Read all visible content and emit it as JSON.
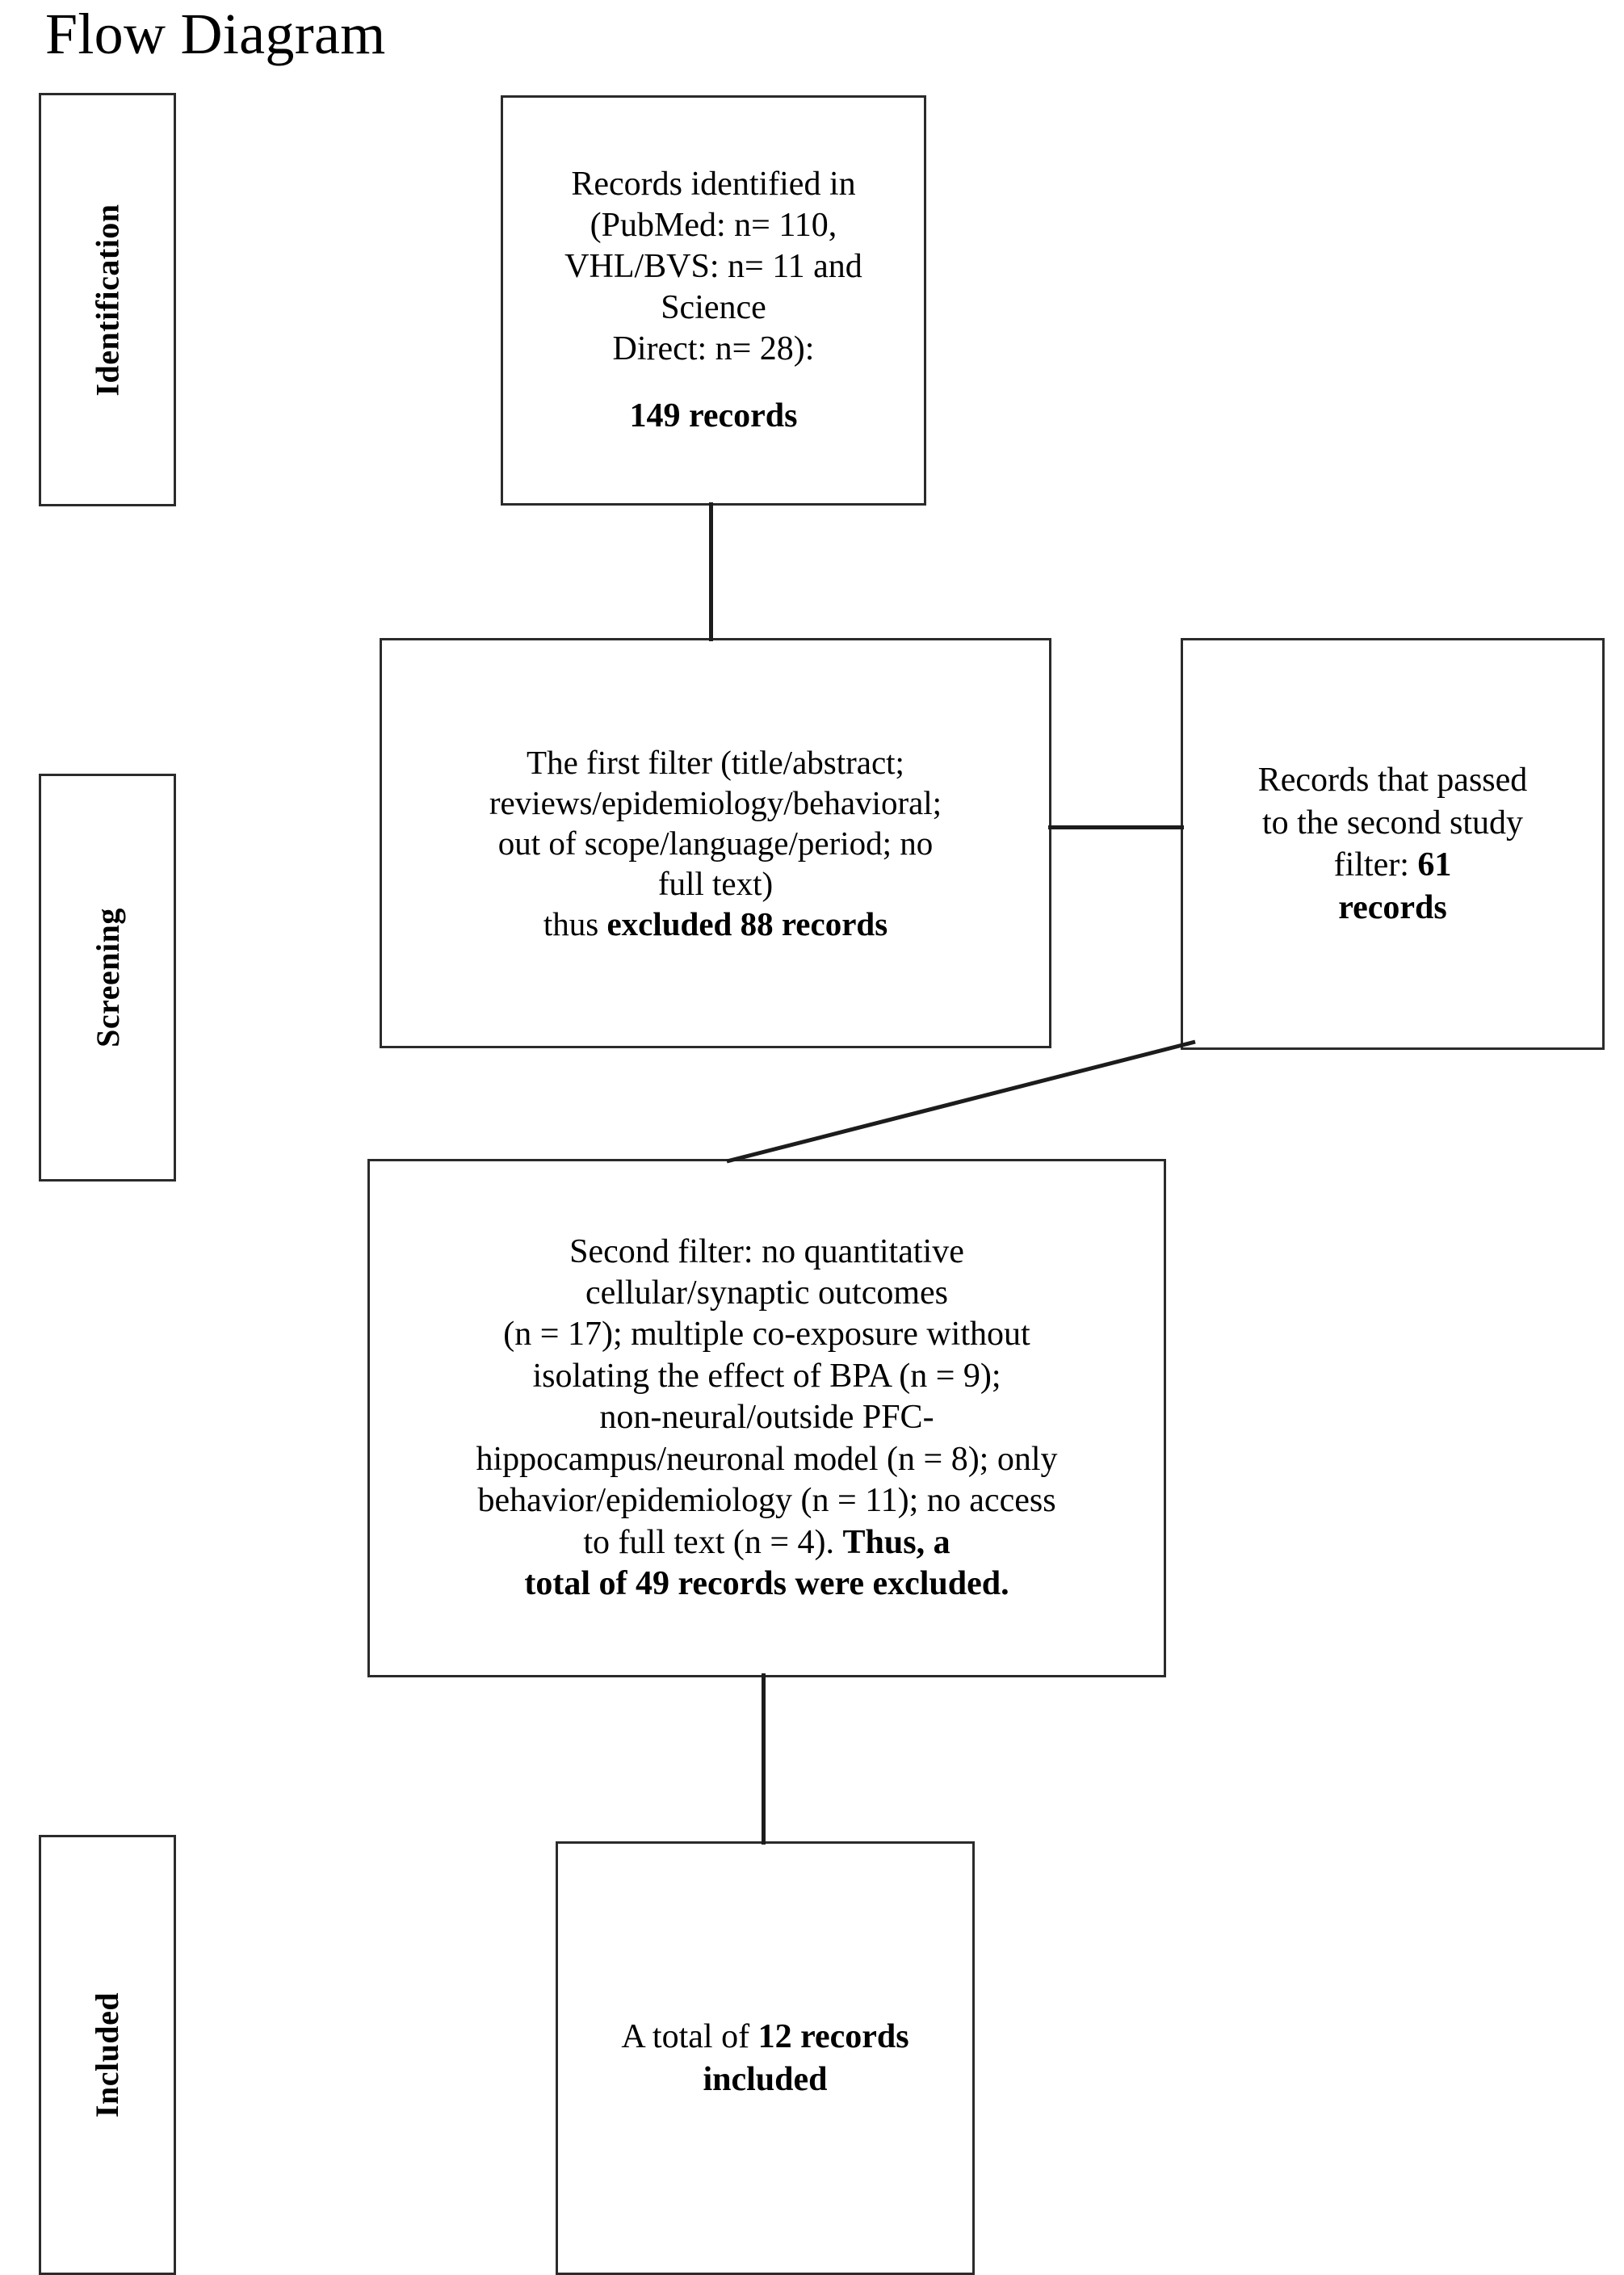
{
  "title": "Flow Diagram",
  "stages": [
    {
      "id": "identification",
      "label": "Identification"
    },
    {
      "id": "screening",
      "label": "Screening"
    },
    {
      "id": "included",
      "label": "Included"
    }
  ],
  "boxes": {
    "identified": {
      "line1": "Records identified in",
      "line2": "(PubMed: n= 110,",
      "line3": "VHL/BVS: n= 11 and",
      "line4": "Science",
      "line5": "Direct: n= 28):",
      "total": "149 records"
    },
    "first_filter": {
      "line1": "The first filter (title/abstract;",
      "line2": "reviews/epidemiology/behavioral;",
      "line3": "out of scope/language/period; no",
      "line4": "full text)",
      "excluded_prefix": "thus ",
      "excluded_bold": "excluded 88 records"
    },
    "passed_second": {
      "line1": "Records that passed",
      "line2": "to the second study",
      "line3_prefix": "filter: ",
      "line3_bold": "61",
      "line4_bold": "records"
    },
    "second_filter": {
      "line1": "Second filter: no quantitative",
      "line2": "cellular/synaptic outcomes",
      "line3": "(n = 17);  multiple co-exposure without",
      "line4": "isolating the effect of BPA (n = 9);",
      "line5": "non-neural/outside PFC-",
      "line6": "hippocampus/neuronal model (n = 8); only",
      "line7": "behavior/epidemiology (n = 11); no access",
      "line8_prefix": "to full text (n = 4). ",
      "line8_bold": "Thus, a",
      "line9_bold": "total of 49 records were excluded."
    },
    "included": {
      "line1_prefix": "A total of ",
      "line1_bold": "12 records",
      "line2_bold": "included"
    }
  },
  "chart_data": {
    "type": "diagram",
    "diagram_kind": "prisma-flow",
    "title": "Flow Diagram",
    "nodes": [
      {
        "id": "identified",
        "stage": "Identification",
        "text": "Records identified in (PubMed: n= 110, VHL/BVS: n= 11 and Science Direct: n= 28): 149 records",
        "count": 149
      },
      {
        "id": "first_filter",
        "stage": "Screening",
        "text": "The first filter (title/abstract; reviews/epidemiology/behavioral; out of scope/language/period; no full text) thus excluded 88 records",
        "count": 88
      },
      {
        "id": "passed_second",
        "stage": "Screening",
        "text": "Records that passed to the second study filter: 61 records",
        "count": 61
      },
      {
        "id": "second_filter",
        "stage": "Screening",
        "text": "Second filter: no quantitative cellular/synaptic outcomes (n = 17); multiple co-exposure without isolating the effect of BPA (n = 9); non-neural/outside PFC-hippocampus/neuronal model (n = 8); only behavior/epidemiology (n = 11); no access to full text (n = 4). Thus, a total of 49 records were excluded.",
        "count": 49
      },
      {
        "id": "included",
        "stage": "Included",
        "text": "A total of 12 records included",
        "count": 12
      }
    ],
    "sources": [
      {
        "name": "PubMed",
        "n": 110
      },
      {
        "name": "VHL/BVS",
        "n": 11
      },
      {
        "name": "Science Direct",
        "n": 28
      }
    ],
    "second_filter_reasons": [
      {
        "reason": "no quantitative cellular/synaptic outcomes",
        "n": 17
      },
      {
        "reason": "multiple co-exposure without isolating the effect of BPA",
        "n": 9
      },
      {
        "reason": "non-neural/outside PFC-hippocampus/neuronal model",
        "n": 8
      },
      {
        "reason": "only behavior/epidemiology",
        "n": 11
      },
      {
        "reason": "no access to full text",
        "n": 4
      }
    ],
    "edges": [
      {
        "from": "identified",
        "to": "first_filter"
      },
      {
        "from": "first_filter",
        "to": "passed_second"
      },
      {
        "from": "passed_second",
        "to": "second_filter"
      },
      {
        "from": "second_filter",
        "to": "included"
      }
    ]
  }
}
